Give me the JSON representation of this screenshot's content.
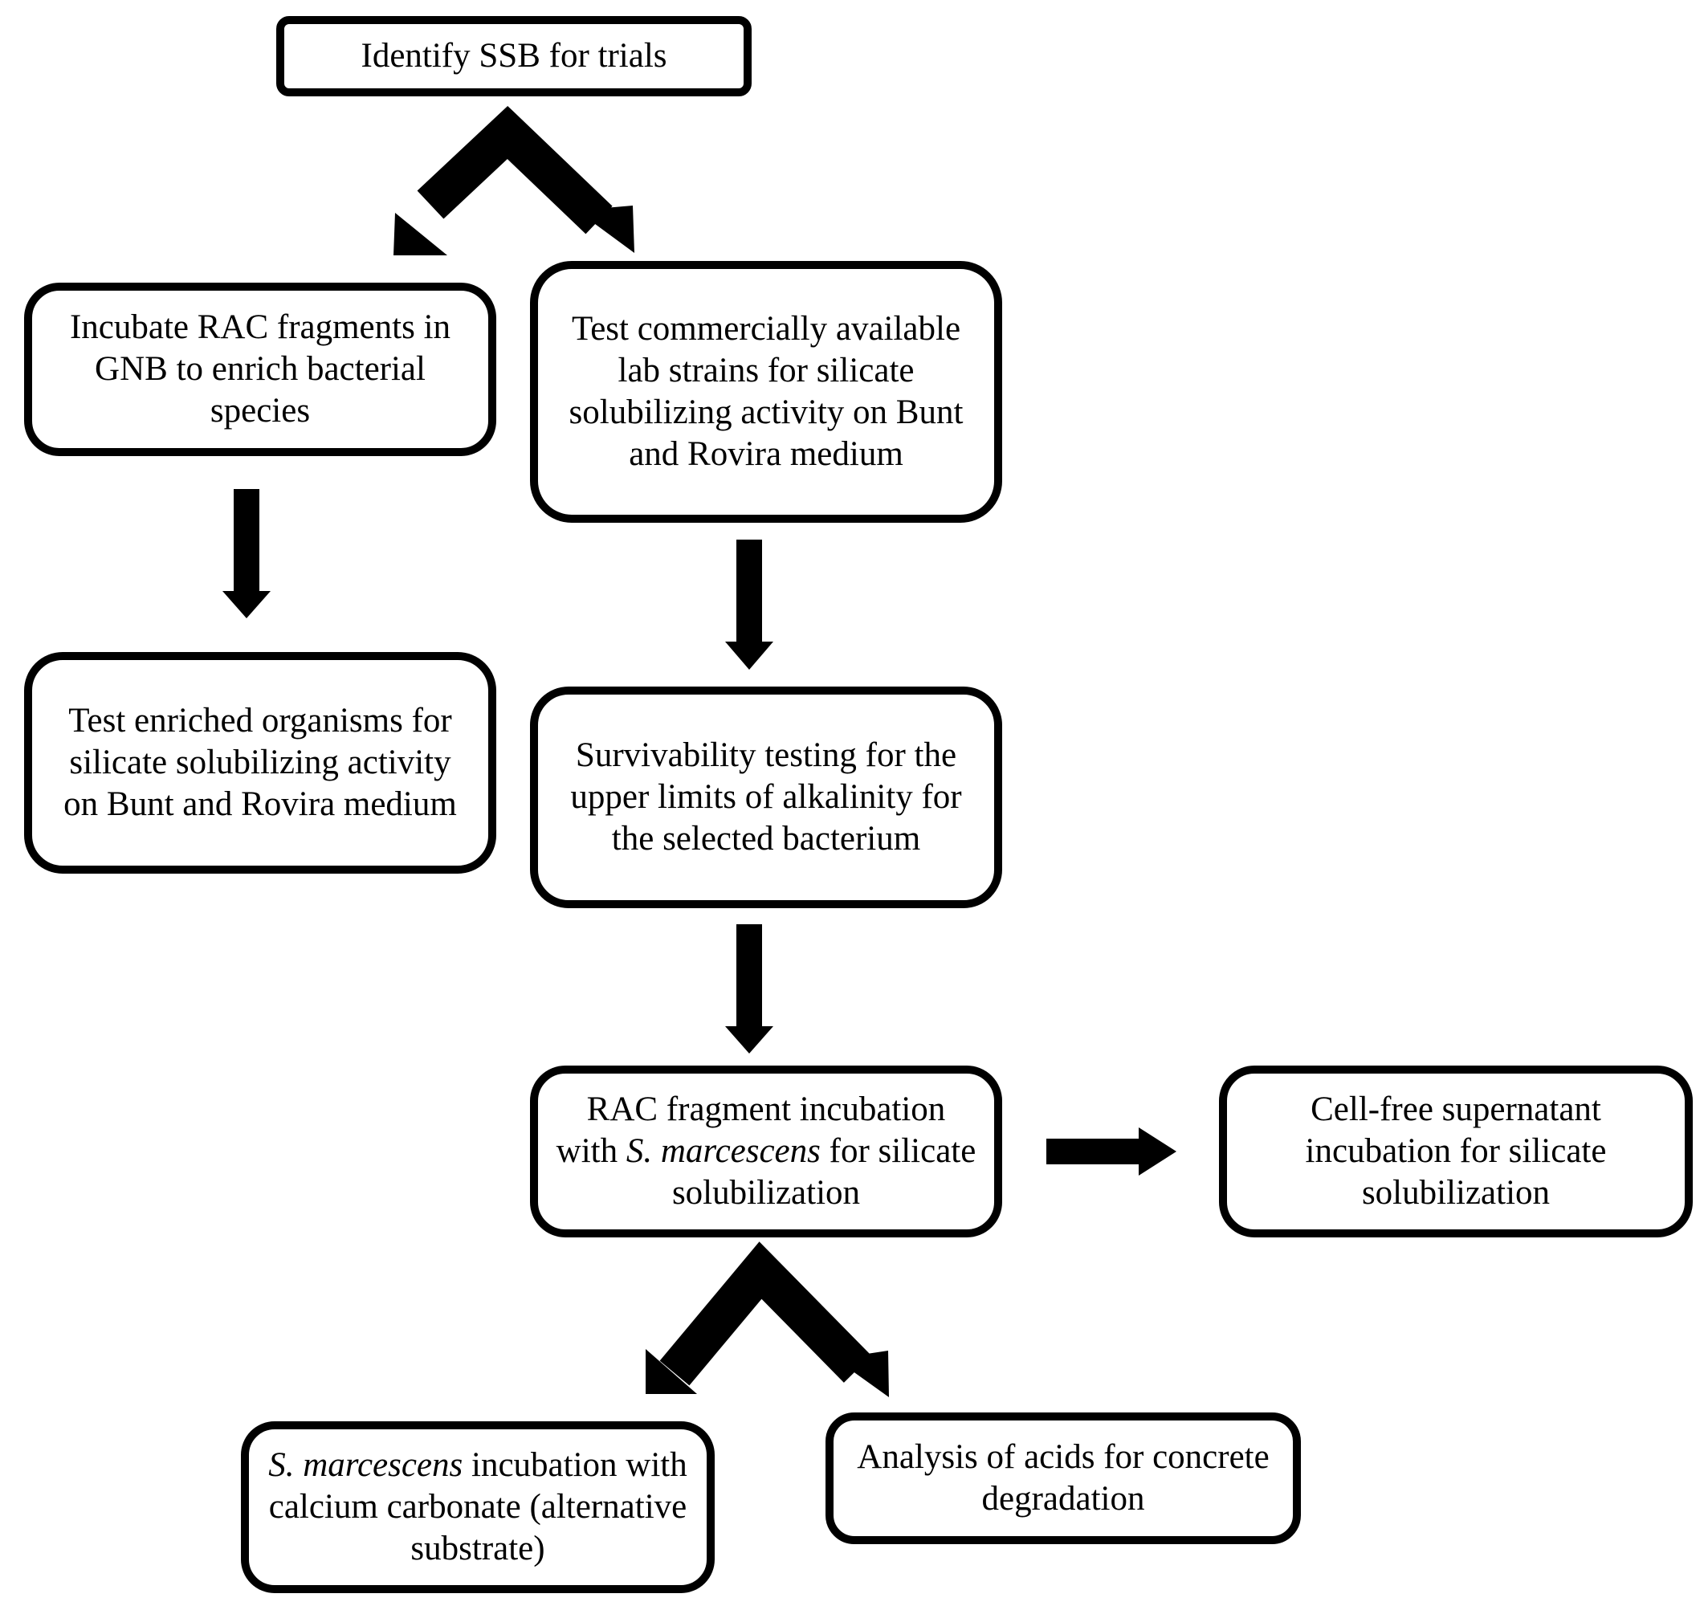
{
  "diagram": {
    "nodes": {
      "identify": {
        "text": "Identify SSB for trials"
      },
      "incubate_rac": {
        "text": "Incubate RAC fragments in GNB to enrich bacterial species"
      },
      "test_lab_strains": {
        "text": "Test commercially available lab strains for silicate solubilizing activity on Bunt and Rovira medium"
      },
      "test_enriched": {
        "text": "Test enriched organisms for silicate solubilizing activity on Bunt and Rovira medium"
      },
      "survivability": {
        "text": "Survivability testing for the upper limits of alkalinity for the selected bacterium"
      },
      "rac_incubation": {
        "text_before": "RAC fragment incubation with ",
        "italic": "S. marcescens",
        "text_after": " for silicate solubilization"
      },
      "cell_free": {
        "text": "Cell-free supernatant incubation for silicate solubilization"
      },
      "calcium": {
        "italic": "S. marcescens",
        "text_after": " incubation with calcium carbonate (alternative substrate)"
      },
      "acids": {
        "text": "Analysis of acids for concrete degradation"
      }
    },
    "edges": [
      {
        "from": "identify",
        "to": "incubate_rac"
      },
      {
        "from": "identify",
        "to": "test_lab_strains"
      },
      {
        "from": "incubate_rac",
        "to": "test_enriched"
      },
      {
        "from": "test_lab_strains",
        "to": "survivability"
      },
      {
        "from": "survivability",
        "to": "rac_incubation"
      },
      {
        "from": "rac_incubation",
        "to": "cell_free"
      },
      {
        "from": "rac_incubation",
        "to": "calcium"
      },
      {
        "from": "rac_incubation",
        "to": "acids"
      }
    ]
  }
}
